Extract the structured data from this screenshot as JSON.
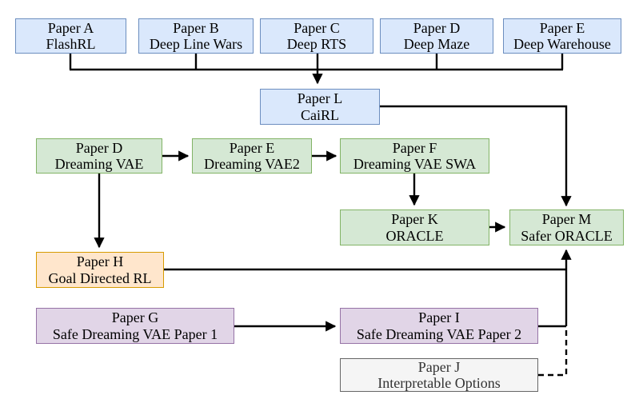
{
  "diagram": {
    "type": "flowchart",
    "description": "Relationship map between research papers",
    "colors": {
      "blue_fill": "#dae8fc",
      "blue_border": "#6c8ebf",
      "green_fill": "#d5e8d4",
      "green_border": "#82b366",
      "orange_fill": "#ffe6cc",
      "orange_border": "#d79b00",
      "purple_fill": "#e1d5e7",
      "purple_border": "#9673a6",
      "gray_fill": "#f5f5f5",
      "gray_border": "#666666",
      "line": "#000000"
    },
    "nodes": {
      "a": {
        "line1": "Paper A",
        "line2": "FlashRL",
        "color": "blue"
      },
      "b": {
        "line1": "Paper B",
        "line2": "Deep Line Wars",
        "color": "blue"
      },
      "c": {
        "line1": "Paper C",
        "line2": "Deep RTS",
        "color": "blue"
      },
      "d": {
        "line1": "Paper D",
        "line2": "Deep Maze",
        "color": "blue"
      },
      "e": {
        "line1": "Paper E",
        "line2": "Deep Warehouse",
        "color": "blue"
      },
      "l": {
        "line1": "Paper L",
        "line2": "CaiRL",
        "color": "blue"
      },
      "d2": {
        "line1": "Paper D",
        "line2": "Dreaming VAE",
        "color": "green"
      },
      "e2": {
        "line1": "Paper E",
        "line2": "Dreaming VAE2",
        "color": "green"
      },
      "f": {
        "line1": "Paper F",
        "line2": "Dreaming VAE SWA",
        "color": "green"
      },
      "k": {
        "line1": "Paper K",
        "line2": "ORACLE",
        "color": "green"
      },
      "m": {
        "line1": "Paper M",
        "line2": "Safer ORACLE",
        "color": "green"
      },
      "h": {
        "line1": "Paper H",
        "line2": "Goal Directed RL",
        "color": "orange"
      },
      "g": {
        "line1": "Paper G",
        "line2": "Safe Dreaming VAE Paper 1",
        "color": "purple"
      },
      "i": {
        "line1": "Paper I",
        "line2": "Safe Dreaming VAE Paper 2",
        "color": "purple"
      },
      "j": {
        "line1": "Paper J",
        "line2": "Interpretable Options",
        "color": "gray"
      }
    },
    "edges": [
      {
        "from": "paper-a-flashrl",
        "to": "paper-l-cairl",
        "style": "solid"
      },
      {
        "from": "paper-b-deep-line-wars",
        "to": "paper-l-cairl",
        "style": "solid"
      },
      {
        "from": "paper-c-deep-rts",
        "to": "paper-l-cairl",
        "style": "solid"
      },
      {
        "from": "paper-d-deep-maze",
        "to": "paper-l-cairl",
        "style": "solid"
      },
      {
        "from": "paper-e-deep-warehouse",
        "to": "paper-l-cairl",
        "style": "solid"
      },
      {
        "from": "paper-l-cairl",
        "to": "paper-m-safer-oracle",
        "style": "solid"
      },
      {
        "from": "paper-d-dreaming-vae",
        "to": "paper-e-dreaming-vae2",
        "style": "solid"
      },
      {
        "from": "paper-e-dreaming-vae2",
        "to": "paper-f-dreaming-vae-swa",
        "style": "solid"
      },
      {
        "from": "paper-f-dreaming-vae-swa",
        "to": "paper-k-oracle",
        "style": "solid"
      },
      {
        "from": "paper-k-oracle",
        "to": "paper-m-safer-oracle",
        "style": "solid"
      },
      {
        "from": "paper-d-dreaming-vae",
        "to": "paper-h-goal-directed-rl",
        "style": "solid"
      },
      {
        "from": "paper-h-goal-directed-rl",
        "to": "paper-m-safer-oracle",
        "style": "solid"
      },
      {
        "from": "paper-g-safe-dreaming-vae-1",
        "to": "paper-i-safe-dreaming-vae-2",
        "style": "solid"
      },
      {
        "from": "paper-i-safe-dreaming-vae-2",
        "to": "paper-m-safer-oracle",
        "style": "solid"
      },
      {
        "from": "paper-j-interpretable-options",
        "to": "paper-m-safer-oracle",
        "style": "dashed"
      }
    ]
  }
}
